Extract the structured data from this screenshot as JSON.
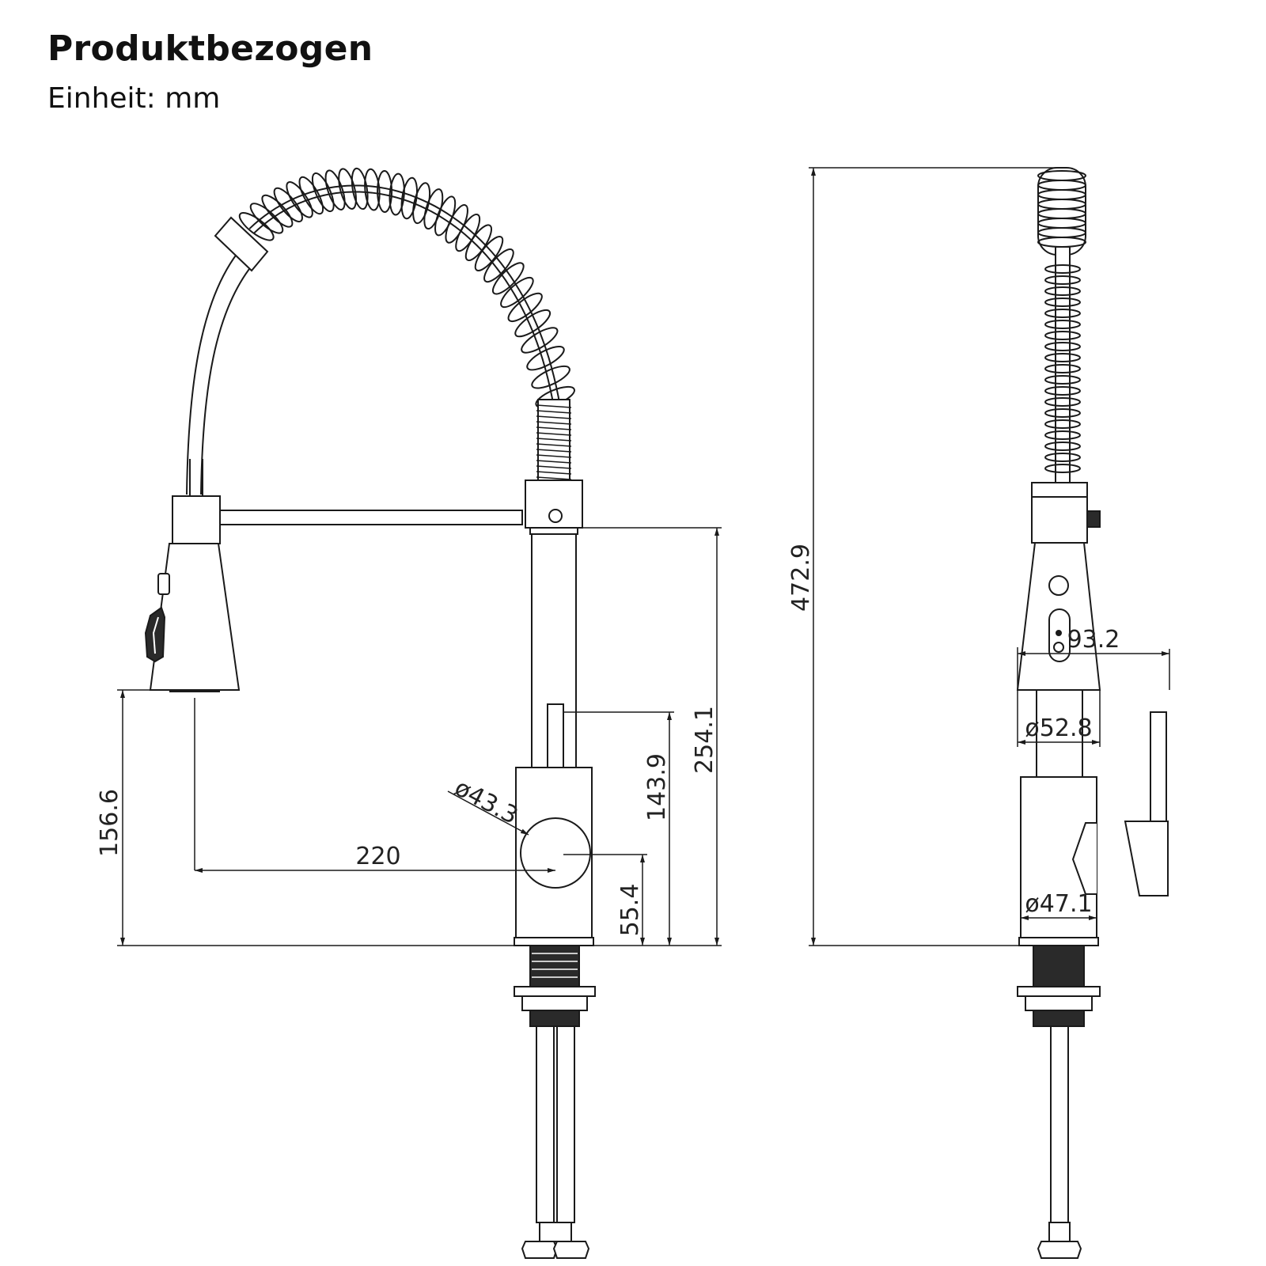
{
  "header": {
    "title": "Produktbezogen",
    "unit_label": "Einheit: mm"
  },
  "dimensions": {
    "total_height": "472.9",
    "spout_height": "254.1",
    "handle_height": "143.9",
    "sprayer_clearance": "156.6",
    "handle_axis_height": "55.4",
    "reach": "220",
    "handle_diameter": "ø43.3",
    "sprayer_width": "93.2",
    "sprayer_diameter": "ø52.8",
    "base_diameter": "ø47.1"
  },
  "colors": {
    "line": "#1a1a1a",
    "dark_fill": "#2a2a2a",
    "background": "#ffffff"
  }
}
